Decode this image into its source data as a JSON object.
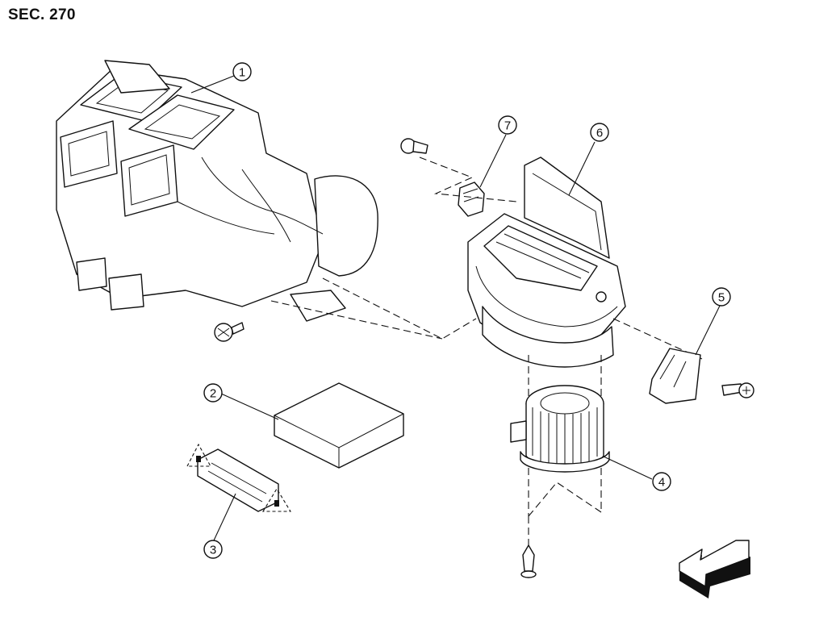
{
  "section": {
    "label": "SEC. 270"
  },
  "callouts": [
    {
      "id": "callout-1",
      "number": "1"
    },
    {
      "id": "callout-2",
      "number": "2"
    },
    {
      "id": "callout-3",
      "number": "3"
    },
    {
      "id": "callout-4",
      "number": "4"
    },
    {
      "id": "callout-5",
      "number": "5"
    },
    {
      "id": "callout-6",
      "number": "6"
    },
    {
      "id": "callout-7",
      "number": "7"
    }
  ],
  "icons": [
    "front-direction-arrow-icon",
    "caution-triangle-icon",
    "screw-icon",
    "clip-icon"
  ]
}
